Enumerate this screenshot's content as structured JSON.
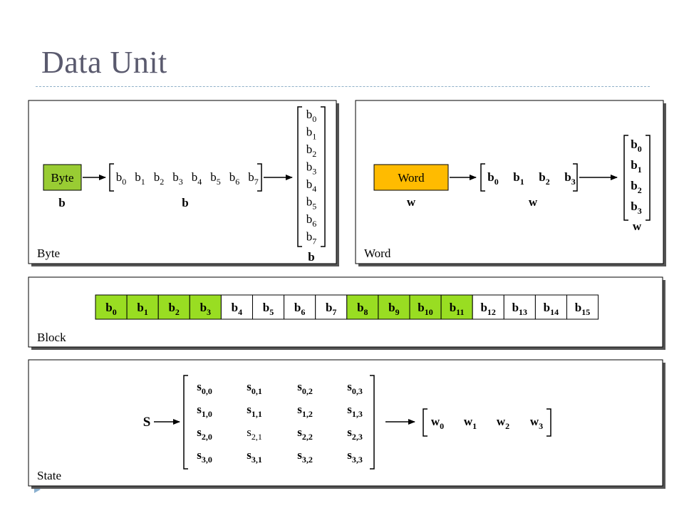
{
  "title": "Data Unit",
  "colors": {
    "byte_box": "#99cc33",
    "word_box": "#ffbb00",
    "block_highlight": "#99dd22"
  },
  "byte_panel": {
    "label": "Byte",
    "box_label": "Byte",
    "var_under_box": "b",
    "row_bits": [
      {
        "base": "b",
        "sub": "0"
      },
      {
        "base": "b",
        "sub": "1"
      },
      {
        "base": "b",
        "sub": "2"
      },
      {
        "base": "b",
        "sub": "3"
      },
      {
        "base": "b",
        "sub": "4"
      },
      {
        "base": "b",
        "sub": "5"
      },
      {
        "base": "b",
        "sub": "6"
      },
      {
        "base": "b",
        "sub": "7"
      }
    ],
    "var_under_row": "b",
    "col_bits": [
      {
        "base": "b",
        "sub": "0"
      },
      {
        "base": "b",
        "sub": "1"
      },
      {
        "base": "b",
        "sub": "2"
      },
      {
        "base": "b",
        "sub": "3"
      },
      {
        "base": "b",
        "sub": "4"
      },
      {
        "base": "b",
        "sub": "5"
      },
      {
        "base": "b",
        "sub": "6"
      },
      {
        "base": "b",
        "sub": "7"
      }
    ],
    "var_under_col": "b"
  },
  "word_panel": {
    "label": "Word",
    "box_label": "Word",
    "var_under_box": "w",
    "row_bytes": [
      {
        "base": "b",
        "sub": "0"
      },
      {
        "base": "b",
        "sub": "1"
      },
      {
        "base": "b",
        "sub": "2"
      },
      {
        "base": "b",
        "sub": "3"
      }
    ],
    "var_under_row": "w",
    "col_bytes": [
      {
        "base": "b",
        "sub": "0"
      },
      {
        "base": "b",
        "sub": "1"
      },
      {
        "base": "b",
        "sub": "2"
      },
      {
        "base": "b",
        "sub": "3"
      }
    ],
    "var_under_col": "w"
  },
  "block_panel": {
    "label": "Block",
    "cells": [
      {
        "base": "b",
        "sub": "0",
        "highlight": true
      },
      {
        "base": "b",
        "sub": "1",
        "highlight": true
      },
      {
        "base": "b",
        "sub": "2",
        "highlight": true
      },
      {
        "base": "b",
        "sub": "3",
        "highlight": true
      },
      {
        "base": "b",
        "sub": "4",
        "highlight": false
      },
      {
        "base": "b",
        "sub": "5",
        "highlight": false
      },
      {
        "base": "b",
        "sub": "6",
        "highlight": false
      },
      {
        "base": "b",
        "sub": "7",
        "highlight": false
      },
      {
        "base": "b",
        "sub": "8",
        "highlight": true
      },
      {
        "base": "b",
        "sub": "9",
        "highlight": true
      },
      {
        "base": "b",
        "sub": "10",
        "highlight": true
      },
      {
        "base": "b",
        "sub": "11",
        "highlight": true
      },
      {
        "base": "b",
        "sub": "12",
        "highlight": false
      },
      {
        "base": "b",
        "sub": "13",
        "highlight": false
      },
      {
        "base": "b",
        "sub": "14",
        "highlight": false
      },
      {
        "base": "b",
        "sub": "15",
        "highlight": false
      }
    ]
  },
  "state_panel": {
    "label": "State",
    "var": "S",
    "matrix": [
      [
        {
          "base": "s",
          "sub": "0,0",
          "bold": true
        },
        {
          "base": "s",
          "sub": "0,1",
          "bold": true
        },
        {
          "base": "s",
          "sub": "0,2",
          "bold": true
        },
        {
          "base": "s",
          "sub": "0,3",
          "bold": true
        }
      ],
      [
        {
          "base": "s",
          "sub": "1,0",
          "bold": true
        },
        {
          "base": "s",
          "sub": "1,1",
          "bold": true
        },
        {
          "base": "s",
          "sub": "1,2",
          "bold": true
        },
        {
          "base": "s",
          "sub": "1,3",
          "bold": true
        }
      ],
      [
        {
          "base": "s",
          "sub": "2,0",
          "bold": true
        },
        {
          "base": "s",
          "sub": "2,1",
          "bold": false
        },
        {
          "base": "s",
          "sub": "2,2",
          "bold": true
        },
        {
          "base": "s",
          "sub": "2,3",
          "bold": true
        }
      ],
      [
        {
          "base": "s",
          "sub": "3,0",
          "bold": true
        },
        {
          "base": "s",
          "sub": "3,1",
          "bold": true
        },
        {
          "base": "s",
          "sub": "3,2",
          "bold": true
        },
        {
          "base": "s",
          "sub": "3,3",
          "bold": true
        }
      ]
    ],
    "words": [
      {
        "base": "w",
        "sub": "0"
      },
      {
        "base": "w",
        "sub": "1"
      },
      {
        "base": "w",
        "sub": "2"
      },
      {
        "base": "w",
        "sub": "3"
      }
    ]
  }
}
